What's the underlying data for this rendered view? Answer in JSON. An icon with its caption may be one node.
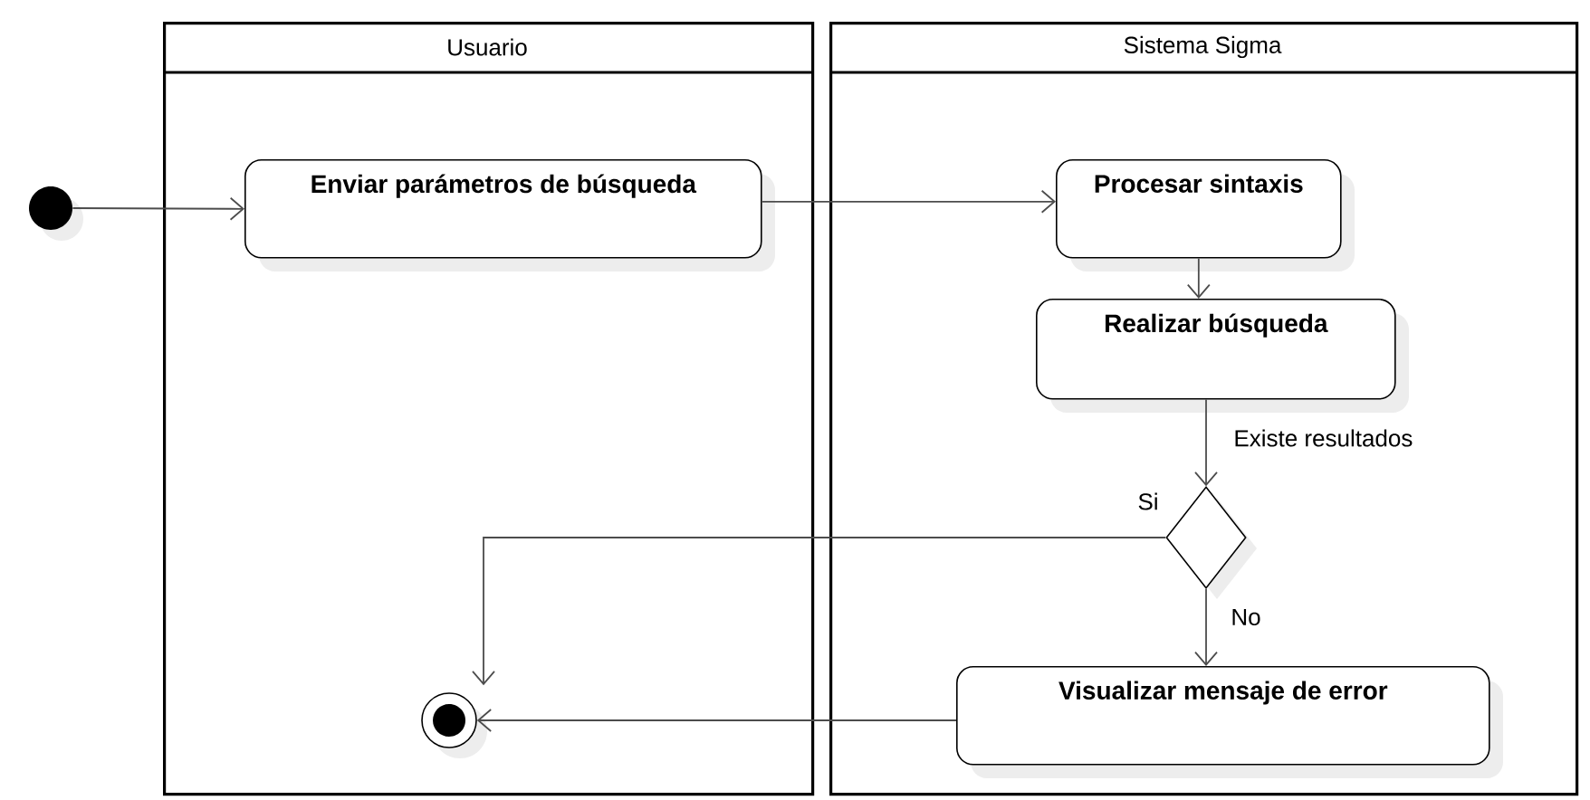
{
  "diagram": {
    "nodes": [
      {
        "text": [
          "Usuario"
        ]
      },
      {
        "text": [
          "Sistema Sigma"
        ]
      },
      {
        "text": [],
        "shape": "circle"
      },
      {
        "text": [
          "Enviar parámetros de búsqueda"
        ],
        "in": 0
      },
      {
        "text": [
          "Procesar sintaxis"
        ],
        "in": 1
      },
      {
        "text": [
          "Realizar búsqueda"
        ],
        "in": 1
      },
      {
        "text": [],
        "shape": "diamond",
        "in": 1
      },
      {
        "text": [
          "Visualizar mensaje de error"
        ],
        "in": 1
      },
      {
        "text": [],
        "shape": "circle",
        "in": 0
      }
    ],
    "edges": [
      {
        "from": 2,
        "to": 3,
        "arrow": "to"
      },
      {
        "from": 3,
        "to": 4,
        "arrow": "to"
      },
      {
        "from": 4,
        "to": 5,
        "arrow": "to"
      },
      {
        "from": 5,
        "to": 6,
        "arrow": "to",
        "label": "Existe resultados"
      },
      {
        "from": 6,
        "to": 8,
        "arrow": "to",
        "label": "Si"
      },
      {
        "from": 6,
        "to": 7,
        "arrow": "to",
        "label": "No"
      },
      {
        "from": 7,
        "to": 8,
        "arrow": "to"
      }
    ]
  }
}
